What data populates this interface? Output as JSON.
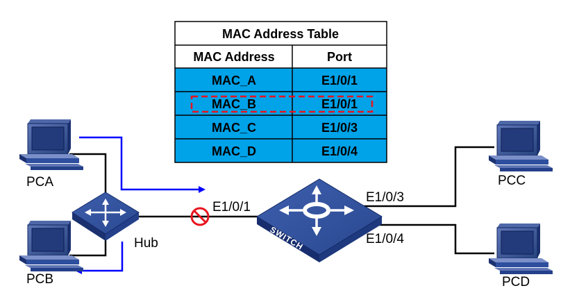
{
  "colors": {
    "row_fill": "#00A2E8",
    "device_blue": "#2E4E9E",
    "device_dark": "#172D6E",
    "arrow": "#0000FF",
    "highlight": "#E8151E"
  },
  "table": {
    "title": "MAC Address Table",
    "headers": [
      "MAC Address",
      "Port"
    ],
    "rows": [
      {
        "mac": "MAC_A",
        "port": "E1/0/1"
      },
      {
        "mac": "MAC_B",
        "port": "E1/0/1"
      },
      {
        "mac": "MAC_C",
        "port": "E1/0/3"
      },
      {
        "mac": "MAC_D",
        "port": "E1/0/4"
      }
    ],
    "highlighted_row": 1
  },
  "devices": {
    "pca": "PCA",
    "pcb": "PCB",
    "pcc": "PCC",
    "pcd": "PCD",
    "hub": "Hub",
    "switch_text": "SWITCH"
  },
  "ports": {
    "e101": "E1/0/1",
    "e103": "E1/0/3",
    "e104": "E1/0/4"
  },
  "icons": {
    "computer": "computer-icon",
    "hub": "hub-icon",
    "switch": "switch-icon",
    "blocked": "blocked-icon"
  }
}
